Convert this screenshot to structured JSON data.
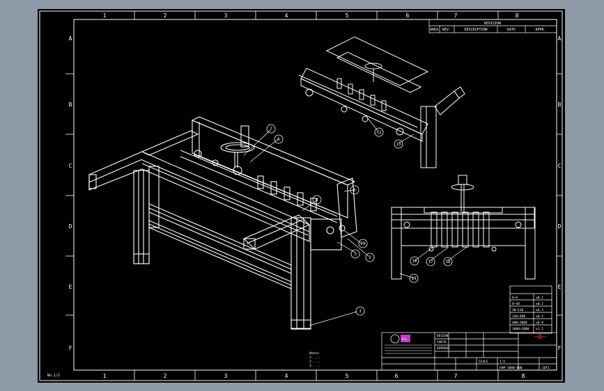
{
  "frame": {
    "columns_top": [
      "1",
      "2",
      "3",
      "4",
      "5",
      "6",
      "7",
      "8"
    ],
    "columns_bottom": [
      "1",
      "2",
      "3",
      "4",
      "5",
      "6",
      "7",
      "8"
    ],
    "rows_left": [
      "A",
      "B",
      "C",
      "D",
      "E",
      "F"
    ],
    "rows_right": [
      "A",
      "B",
      "C",
      "D",
      "E",
      "F"
    ]
  },
  "revision_table": {
    "title": "REVISION",
    "headers": [
      "AREA",
      "REV.",
      "DESCRIPTION",
      "DATE",
      "APPR."
    ]
  },
  "balloons": {
    "main": [
      "7",
      "6",
      "5",
      "4",
      "20",
      "3",
      "2",
      "1"
    ],
    "top_right": [
      "12",
      "13"
    ],
    "front": [
      "16",
      "17",
      "18",
      "19"
    ]
  },
  "tolerance_table": {
    "rows": [
      {
        "range": "0~6",
        "tol": "±0.1"
      },
      {
        "range": "6~30",
        "tol": "±0.2"
      },
      {
        "range": "30~120",
        "tol": "±0.3"
      },
      {
        "range": "120~400",
        "tol": "±0.5"
      },
      {
        "range": "400~1000",
        "tol": "±0.8"
      },
      {
        "range": "1000~2000",
        "tol": "±1.2"
      }
    ]
  },
  "notes": {
    "heading": "Notes:",
    "lines": [
      "1. ...",
      "2. ...",
      "3. ..."
    ]
  },
  "title_block": {
    "logo": "Co.",
    "designer_label": "DESIGN",
    "check_label": "CHECK",
    "approve_label": "APPROVE",
    "scale_label": "SCALE",
    "scale_value": "1:5",
    "drawing_number": "SAM-1000-000",
    "sheet": "1OF1"
  },
  "corner_label": "No.1/1"
}
